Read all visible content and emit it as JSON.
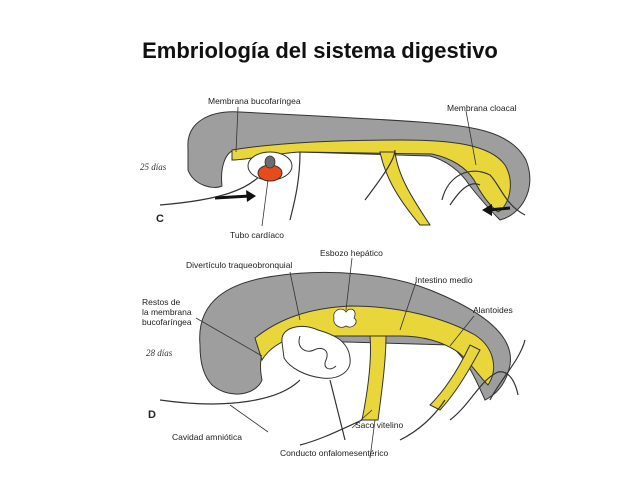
{
  "title": "Embriología del sistema digestivo",
  "colors": {
    "mesoderm_gray": "#9e9e9e",
    "endoderm_yellow": "#e8d63a",
    "heart_red": "#e84a1c",
    "outline": "#333333"
  },
  "figure_c": {
    "panel_letter": "C",
    "stage": "25 días",
    "labels": {
      "buccopharyngeal": "Membrana bucofaríngea",
      "cloacal": "Membrana cloacal",
      "heart_tube": "Tubo cardíaco"
    }
  },
  "figure_d": {
    "panel_letter": "D",
    "stage": "28 días",
    "labels": {
      "tracheobronchial": "Divertículo traqueobronquial",
      "hepatic_bud": "Esbozo hepático",
      "midgut": "Intestino medio",
      "remnant_line1": "Restos de",
      "remnant_line2": "la membrana",
      "remnant_line3": "bucofaríngea",
      "allantois": "Alantoides",
      "yolk_sac": "Saco vitelino",
      "amniotic_cavity": "Cavidad amniótica",
      "omphalomesenteric_duct": "Conducto onfalomesentérico"
    }
  }
}
